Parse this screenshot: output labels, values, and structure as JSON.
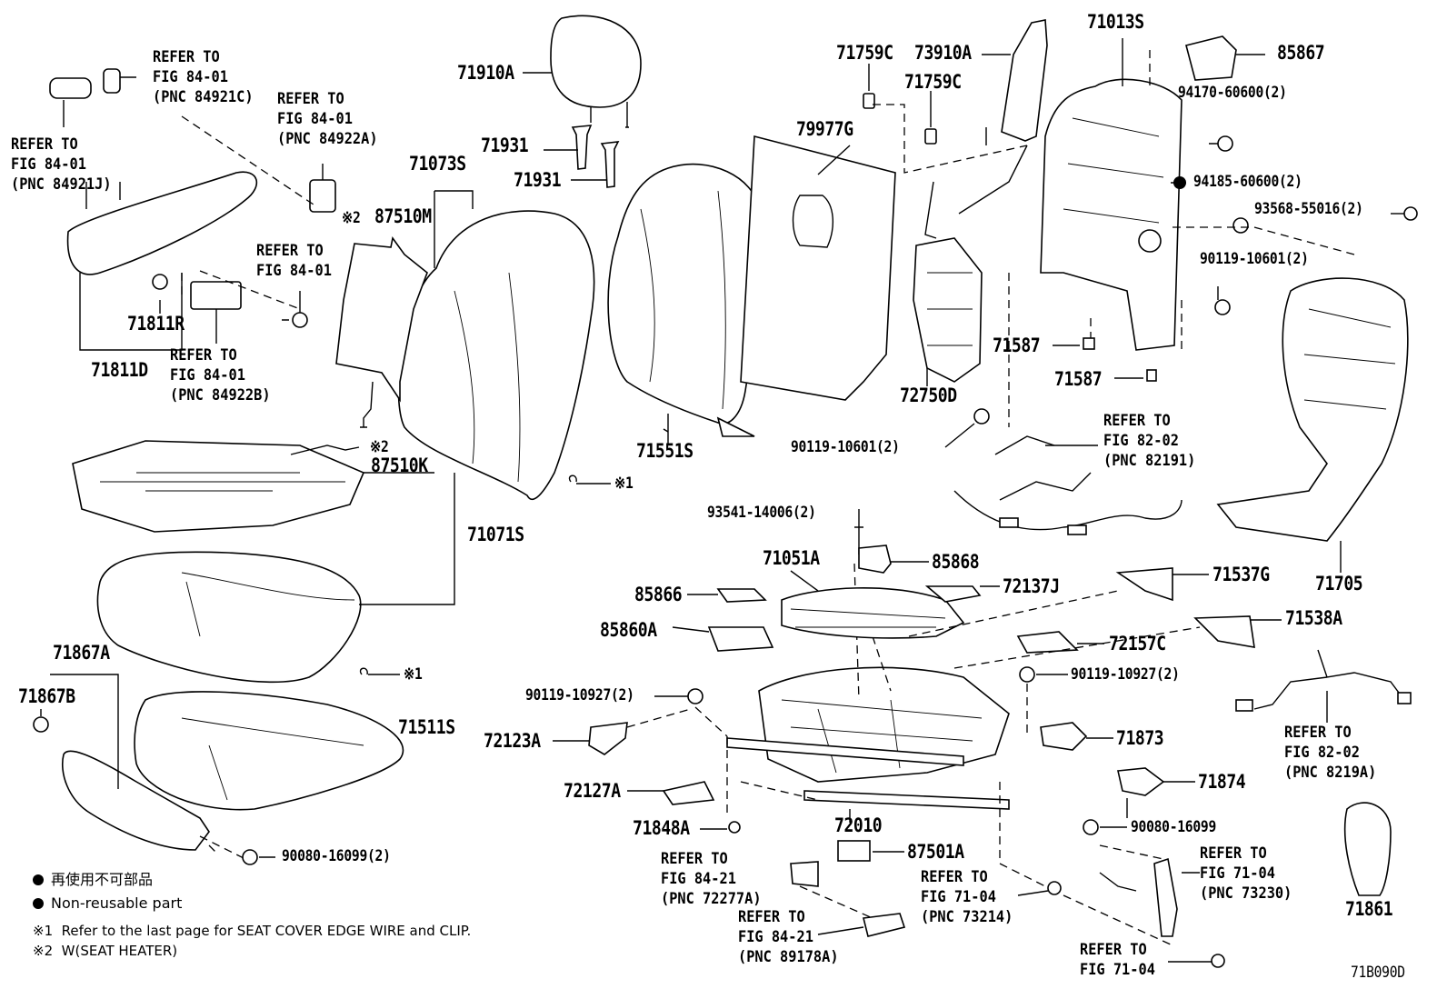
{
  "part_labels": {
    "p71910A": "71910A",
    "p71931a": "71931",
    "p71931b": "71931",
    "p71073S": "71073S",
    "p87510M": "87510M",
    "p87510M_mark": "※2",
    "p79977G": "79977G",
    "p71759Ca": "71759C",
    "p73910A": "73910A",
    "p71759Cb": "71759C",
    "p71013S": "71013S",
    "p85867": "85867",
    "p94170": "94170-60600(2)",
    "p94185": "94185-60600(2)",
    "p93568": "93568-55016(2)",
    "p90119a": "90119-10601(2)",
    "p71587a": "71587",
    "p71587b": "71587",
    "p72750D": "72750D",
    "p90119b": "90119-10601(2)",
    "p71551S": "71551S",
    "p71811R": "71811R",
    "p71811D": "71811D",
    "p87510K": "87510K",
    "p87510K_mark": "※2",
    "p71071S": "71071S",
    "p71705": "71705",
    "p93541": "93541-14006(2)",
    "p71051A": "71051A",
    "p85868": "85868",
    "p72137J": "72137J",
    "p71537G": "71537G",
    "p85866": "85866",
    "p85860A": "85860A",
    "p71538A": "71538A",
    "p72157C": "72157C",
    "p71867A": "71867A",
    "p71867B": "71867B",
    "p71511S": "71511S",
    "p90119c": "90119-10927(2)",
    "p90119d": "90119-10927(2)",
    "p72123A": "72123A",
    "p71873": "71873",
    "p71874": "71874",
    "p72127A": "72127A",
    "p72010": "72010",
    "p71848A": "71848A",
    "p90080a": "90080-16099",
    "p87501A": "87501A",
    "p90080b": "90080-16099(2)",
    "p71861": "71861",
    "mark1a": "※1",
    "mark1b": "※1"
  },
  "refer_blocks": {
    "r84921C": [
      "REFER TO",
      "FIG 84-01",
      "(PNC 84921C)"
    ],
    "r84921J": [
      "REFER TO",
      "FIG 84-01",
      "(PNC 84921J)"
    ],
    "r84922A": [
      "REFER TO",
      "FIG 84-01",
      "(PNC 84922A)"
    ],
    "r84_01": [
      "REFER TO",
      "FIG 84-01"
    ],
    "r84922B": [
      "REFER TO",
      "FIG 84-01",
      "(PNC 84922B)"
    ],
    "r82191": [
      "REFER TO",
      "FIG 82-02",
      "(PNC 82191)"
    ],
    "r8219A": [
      "REFER TO",
      "FIG 82-02",
      "(PNC 8219A)"
    ],
    "r72277A": [
      "REFER TO",
      "FIG 84-21",
      "(PNC 72277A)"
    ],
    "r89178A": [
      "REFER TO",
      "FIG 84-21",
      "(PNC 89178A)"
    ],
    "r73214": [
      "REFER TO",
      "FIG 71-04",
      "(PNC 73214)"
    ],
    "r73230": [
      "REFER TO",
      "FIG 71-04",
      "(PNC 73230)"
    ],
    "r71_04": [
      "REFER TO",
      "FIG 71-04"
    ]
  },
  "legend": {
    "jp": "再使用不可部品",
    "en": "Non-reusable part",
    "note1_mark": "※1",
    "note1": "Refer to the last page for SEAT COVER EDGE WIRE and CLIP.",
    "note2_mark": "※2",
    "note2": "W(SEAT HEATER)"
  },
  "figure_id": "71B090D"
}
